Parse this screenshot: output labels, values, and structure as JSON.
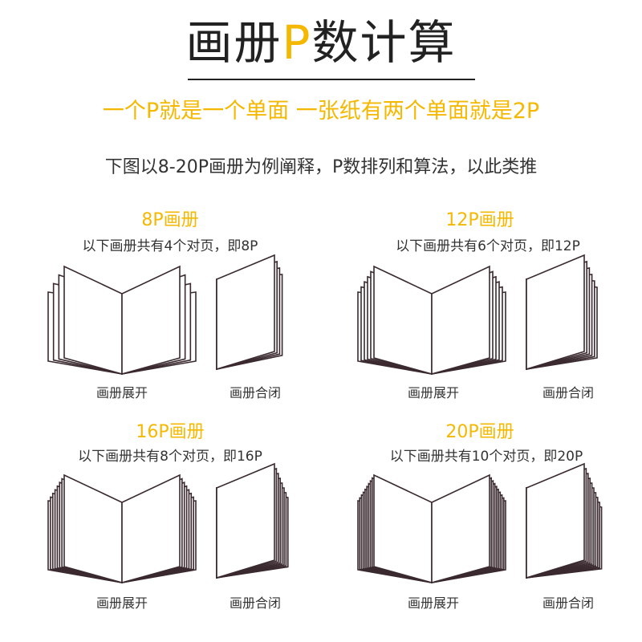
{
  "header": {
    "title_a": "画册",
    "title_accent": "P",
    "title_b": "数计算",
    "subtitle": "一个P就是一个单面 一张纸有两个单面就是2P",
    "description": "下图以8-20P画册为例阐释，P数排列和算法，以此类推"
  },
  "blocks": [
    {
      "title": "8P画册",
      "desc": "以下画册共有4个对页，即8P",
      "open_caption": "画册展开",
      "closed_caption": "画册合闭",
      "spreads": 4
    },
    {
      "title": "12P画册",
      "desc": "以下画册共有6个对页，即12P",
      "open_caption": "画册展开",
      "closed_caption": "画册合闭",
      "spreads": 6
    },
    {
      "title": "16P画册",
      "desc": "以下画册共有8个对页，即16P",
      "open_caption": "画册展开",
      "closed_caption": "画册合闭",
      "spreads": 8
    },
    {
      "title": "20P画册",
      "desc": "以下画册共有10个对页，即20P",
      "open_caption": "画册展开",
      "closed_caption": "画册合闭",
      "spreads": 10
    }
  ]
}
